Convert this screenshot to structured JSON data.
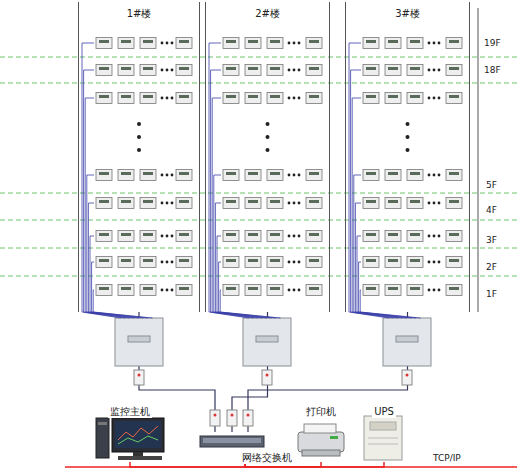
{
  "diagram": {
    "nodes": [
      {
        "text": [
          "1#楼"
        ]
      },
      {
        "text": [
          "2#楼"
        ]
      },
      {
        "text": [
          "3#楼"
        ]
      },
      {
        "text": [
          "监控主机"
        ]
      },
      {
        "text": [
          "网络交换机"
        ]
      },
      {
        "text": [
          "打印机"
        ]
      },
      {
        "text": [
          "UPS"
        ]
      }
    ],
    "edges": [
      {
        "from": 0,
        "to": 4,
        "arrow": "none"
      },
      {
        "from": 1,
        "to": 4,
        "arrow": "none"
      },
      {
        "from": 2,
        "to": 4,
        "arrow": "none"
      },
      {
        "from": 4,
        "to": 3,
        "arrow": "none"
      },
      {
        "from": 4,
        "to": 5,
        "arrow": "none"
      },
      {
        "from": 4,
        "to": 6,
        "arrow": "none"
      }
    ],
    "labels": [
      "19F",
      "18F",
      "5F",
      "4F",
      "3F",
      "2F",
      "1F",
      "TCP/IP"
    ]
  }
}
